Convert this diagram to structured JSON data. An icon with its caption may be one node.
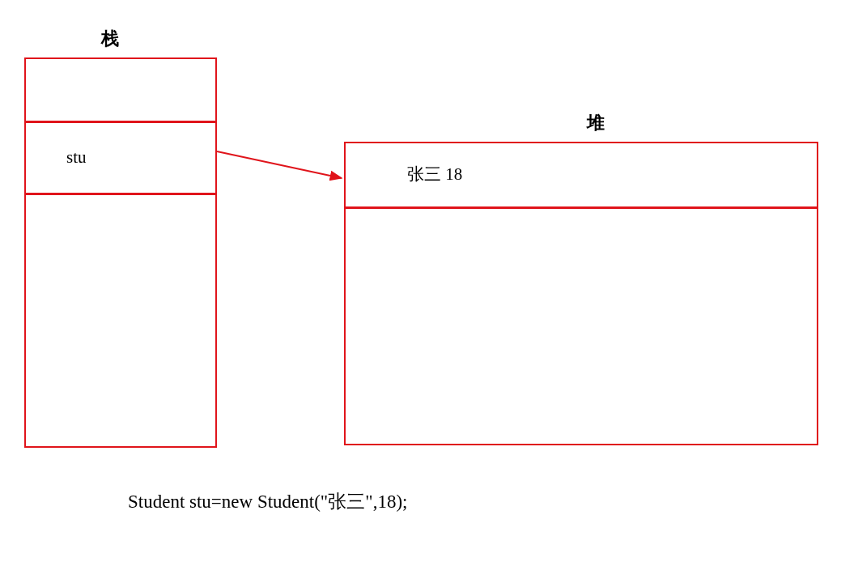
{
  "diagram": {
    "nodes": [
      {
        "text": [
          "栈"
        ]
      },
      {
        "text": [],
        "shape": "box",
        "in": 0
      },
      {
        "text": [
          "stu"
        ],
        "in": 0
      },
      {
        "text": [],
        "shape": "box",
        "in": 0
      },
      {
        "text": [
          "堆"
        ]
      },
      {
        "text": [
          "张三 18"
        ],
        "in": 4
      },
      {
        "text": [],
        "shape": "box",
        "in": 4
      }
    ],
    "edges": [
      {
        "from": 2,
        "to": 5,
        "arrow": "to"
      }
    ],
    "labels": [
      "Student stu=new Student(\"张三\",18);"
    ]
  }
}
